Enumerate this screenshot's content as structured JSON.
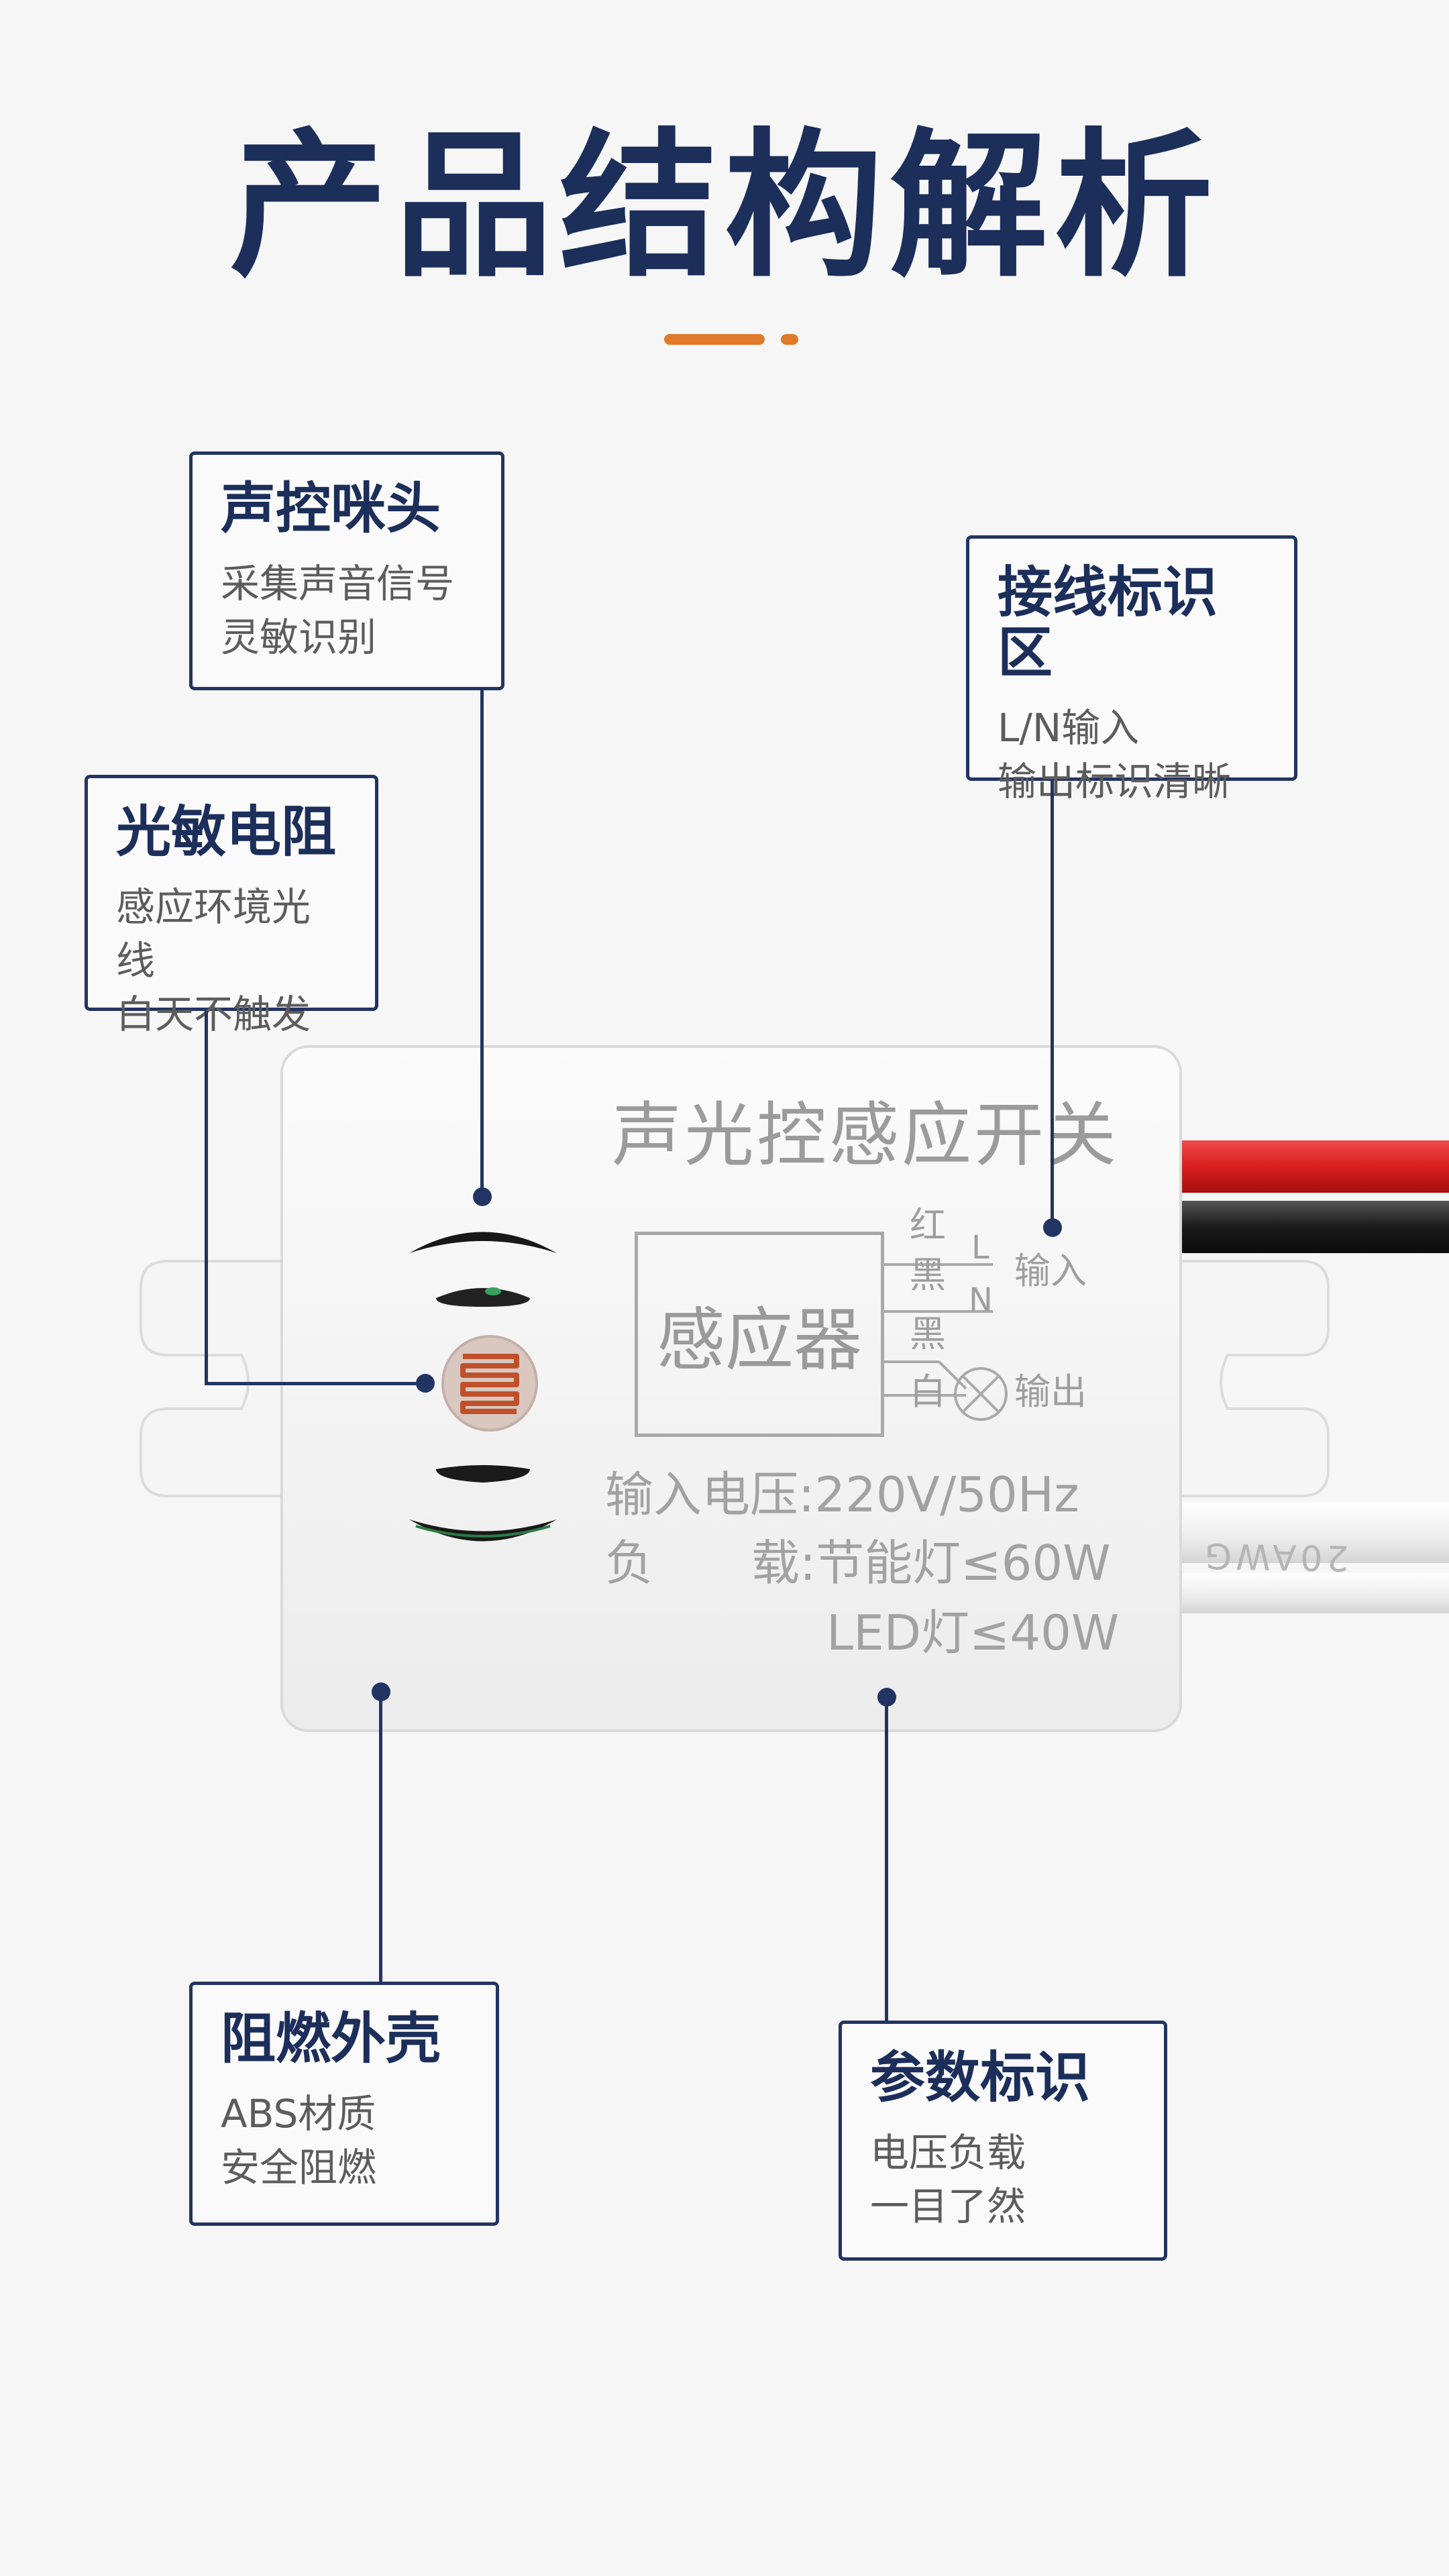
{
  "page": {
    "title": "产品结构解析",
    "accent_color": "#e07a2b",
    "navy_color": "#1c2e5a"
  },
  "callouts": {
    "mic": {
      "title": "声控咪头",
      "line1": "采集声音信号",
      "line2": "灵敏识别"
    },
    "photo": {
      "title": "光敏电阻",
      "line1": "感应环境光线",
      "line2": "白天不触发"
    },
    "wiring": {
      "title": "接线标识区",
      "line1": "L/N输入",
      "line2": "输出标识清晰"
    },
    "shell": {
      "title": "阻燃外壳",
      "line1": "ABS材质",
      "line2": "安全阻燃"
    },
    "params": {
      "title": "参数标识",
      "line1": "电压负载",
      "line2": "一目了然"
    }
  },
  "device": {
    "label_title": "声光控感应开关",
    "sensor_label": "感应器",
    "wire_red": "红",
    "wire_black1": "黑",
    "wire_black2": "黑",
    "wire_white": "白",
    "wire_L": "L",
    "wire_N": "N",
    "input_label": "输入",
    "output_label": "输出",
    "voltage_line": "输入电压:220V/50Hz",
    "load_prefix": "负",
    "load_line": "载:节能灯≤60W",
    "led_line": "LED灯≤40W",
    "cable_print": "20AWG",
    "wire_colors": {
      "red": "#d81e1e",
      "black": "#1a1a1a",
      "white": "#f2f2f2"
    }
  }
}
